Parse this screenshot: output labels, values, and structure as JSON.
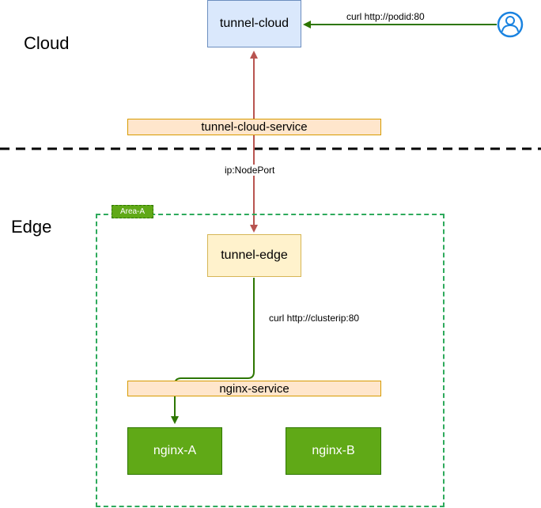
{
  "regions": {
    "cloud_label": "Cloud",
    "edge_label": "Edge"
  },
  "nodes": {
    "tunnel_cloud": "tunnel-cloud",
    "tunnel_cloud_service": "tunnel-cloud-service",
    "tunnel_edge": "tunnel-edge",
    "nginx_service": "nginx-service",
    "nginx_a": "nginx-A",
    "nginx_b": "nginx-B"
  },
  "area": {
    "name": "Area-A"
  },
  "edges": {
    "user_to_cloud": "curl http://podid:80",
    "nodeport": "ip:NodePort",
    "edge_to_pod": "curl http://clusterip:80"
  },
  "colors": {
    "cloud_fill": "#dae8fc",
    "edge_fill": "#fff2cc",
    "service_fill": "#ffe6cc",
    "pod_fill": "#60a917",
    "area_border": "#2eaa5c",
    "bidirectional_arrow": "#b85450",
    "request_arrow": "#2d7600",
    "user_icon": "#1a83e0"
  },
  "icons": {
    "user": "user-icon"
  }
}
